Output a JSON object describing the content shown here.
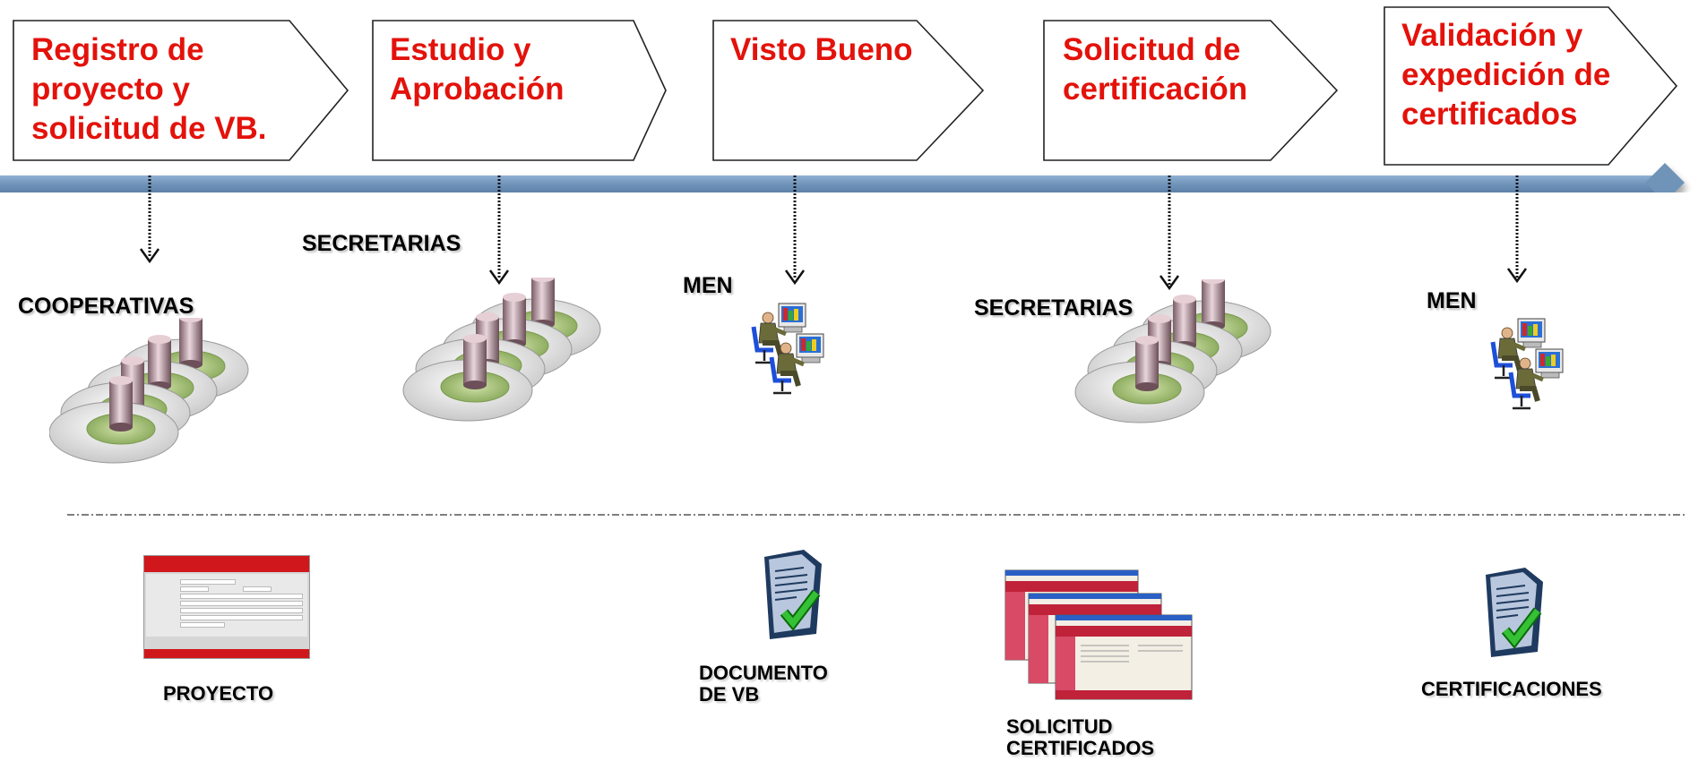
{
  "steps": [
    {
      "label": "Registro de\nproyecto y\nsolicitud de VB."
    },
    {
      "label": "Estudio y\nAprobación"
    },
    {
      "label": "Visto Bueno"
    },
    {
      "label": "Solicitud de\ncertificación"
    },
    {
      "label": "Validación y\nexpedición de\ncertificados"
    }
  ],
  "actors": {
    "cooperativas": "COOPERATIVAS",
    "secretarias_1": "SECRETARIAS",
    "men_1": "MEN",
    "secretarias_2": "SECRETARIAS",
    "men_2": "MEN"
  },
  "documents": {
    "proyecto": "PROYECTO",
    "documento_vb": "DOCUMENTO\nDE VB",
    "solicitud": "SOLICITUD\nCERTIFICADOS",
    "certificaciones": "CERTIFICACIONES"
  },
  "colors": {
    "step_text": "#e3120b",
    "timeline": "#6f93b8",
    "form_header": "#d0181c",
    "checkmark": "#22aa22"
  },
  "icons": {
    "database": "server-cluster-icon",
    "workstation": "users-at-computers-icon",
    "document": "approved-document-icon",
    "form": "form-screenshot-icon",
    "windows": "browser-windows-icon"
  }
}
